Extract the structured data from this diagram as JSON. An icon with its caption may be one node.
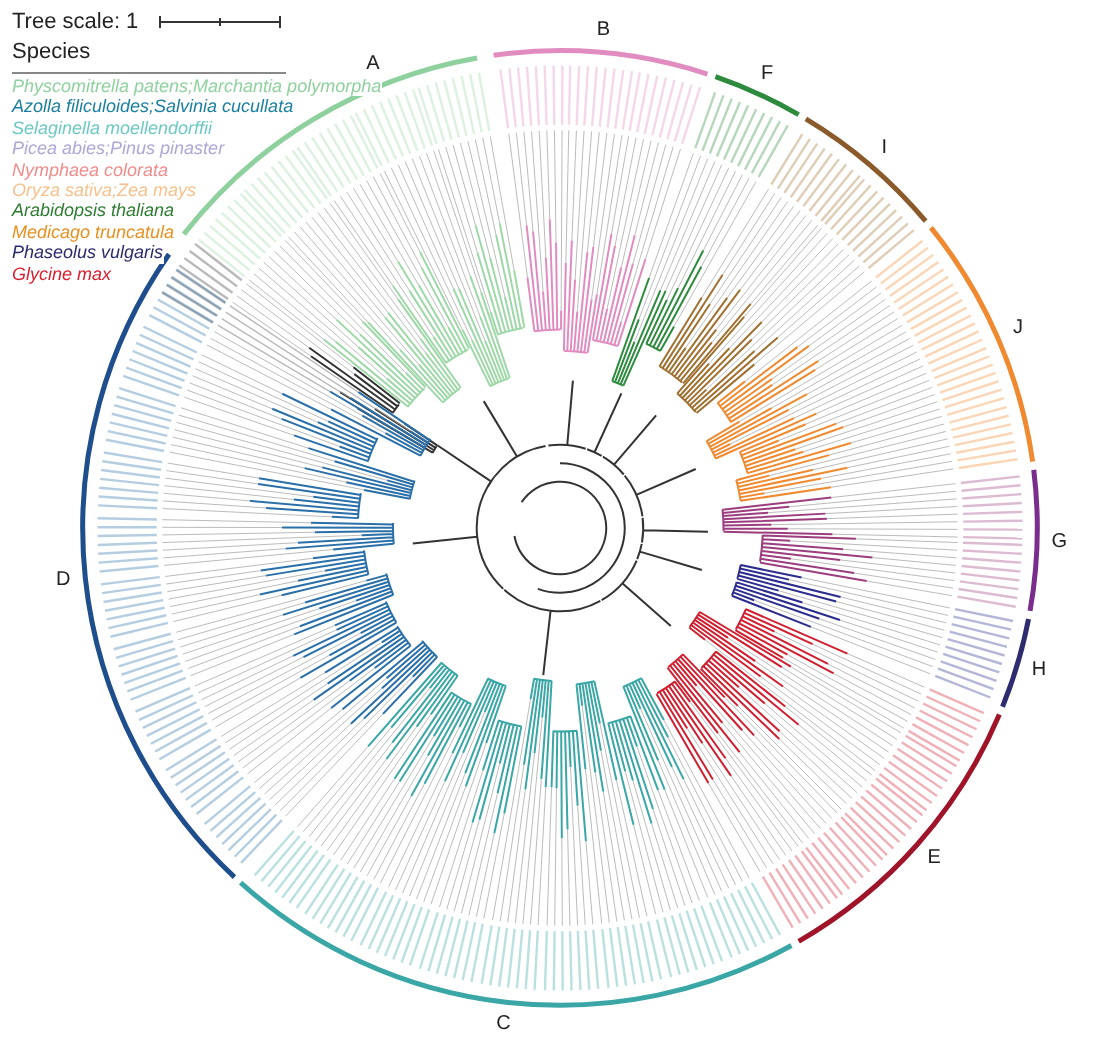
{
  "diagram": {
    "labels": [
      "Tree scale: 1",
      "Species",
      "A",
      "B",
      "F",
      "I",
      "J",
      "G",
      "H",
      "E",
      "C",
      "D"
    ],
    "legend": [
      {
        "text": "Physcomitrella patens;Marchantia polymorpha",
        "color": "#8fd19e"
      },
      {
        "text": "Azolla filiculoides;Salvinia cucullata",
        "color": "#1a7fa0"
      },
      {
        "text": "Selaginella moellendorffii",
        "color": "#6cc9c4"
      },
      {
        "text": "Picea abies;Pinus pinaster",
        "color": "#b0a6d6"
      },
      {
        "text": "Nymphaea colorata",
        "color": "#f08c8c"
      },
      {
        "text": "Oryza sativa;Zea mays",
        "color": "#f6c18c"
      },
      {
        "text": "Arabidopsis thaliana",
        "color": "#2e7d32"
      },
      {
        "text": "Medicago truncatula",
        "color": "#e89020"
      },
      {
        "text": "Phaseolus vulgaris",
        "color": "#2b2b6b"
      },
      {
        "text": "Glycine max",
        "color": "#d92030"
      }
    ]
  }
}
